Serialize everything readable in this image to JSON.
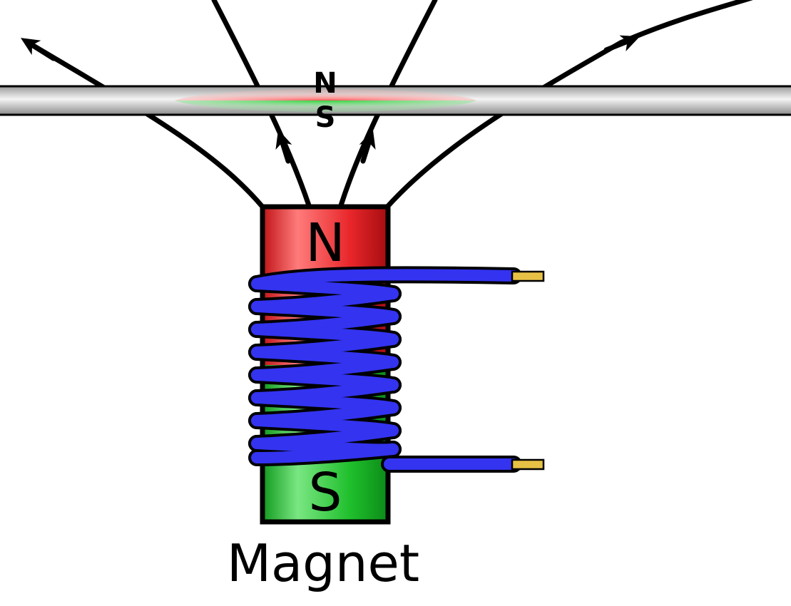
{
  "diagram": {
    "rod_labels": {
      "north": "N",
      "south": "S"
    },
    "magnet_labels": {
      "north": "N",
      "south": "S"
    },
    "caption": "Magnet",
    "colors": {
      "north_pole": "#e8262a",
      "south_pole": "#1fbf2c",
      "coil_wire": "#3333f0",
      "wire_tip": "#e7c145",
      "rod": "#b4b4b4",
      "field_lines": "#000000"
    }
  }
}
